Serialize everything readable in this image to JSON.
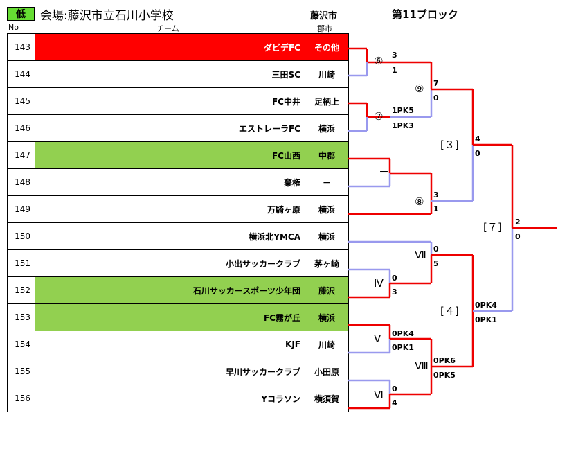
{
  "header": {
    "level_badge": "低",
    "venue_title": "会場:藤沢市立石川小学校",
    "host_city": "藤沢市",
    "block_title": "第11ブロック"
  },
  "columns": {
    "no": "No",
    "team": "チーム",
    "city": "郡市"
  },
  "rows": [
    {
      "no": "143",
      "team": "ダビデFC",
      "city": "その他",
      "hl": "red"
    },
    {
      "no": "144",
      "team": "三田SC",
      "city": "川崎",
      "hl": ""
    },
    {
      "no": "145",
      "team": "FC中井",
      "city": "足柄上",
      "hl": ""
    },
    {
      "no": "146",
      "team": "エストレーラFC",
      "city": "横浜",
      "hl": ""
    },
    {
      "no": "147",
      "team": "FC山西",
      "city": "中郡",
      "hl": "green"
    },
    {
      "no": "148",
      "team": "棄権",
      "city": "－",
      "hl": ""
    },
    {
      "no": "149",
      "team": "万騎ヶ原",
      "city": "横浜",
      "hl": ""
    },
    {
      "no": "150",
      "team": "横浜北YMCA",
      "city": "横浜",
      "hl": ""
    },
    {
      "no": "151",
      "team": "小出サッカークラブ",
      "city": "茅ヶ崎",
      "hl": ""
    },
    {
      "no": "152",
      "team": "石川サッカースポーツ少年団",
      "city": "藤沢",
      "hl": "green"
    },
    {
      "no": "153",
      "team": "FC霧が丘",
      "city": "横浜",
      "hl": "green"
    },
    {
      "no": "154",
      "team": "KJF",
      "city": "川崎",
      "hl": ""
    },
    {
      "no": "155",
      "team": "早川サッカークラブ",
      "city": "小田原",
      "hl": ""
    },
    {
      "no": "156",
      "team": "Yコラソン",
      "city": "横須賀",
      "hl": ""
    }
  ],
  "colors": {
    "win": "#ee0000",
    "lose": "#9999ee",
    "red_row": "#ff0000",
    "green_row": "#92d050"
  },
  "matches": {
    "m6": {
      "label": "⑥",
      "top": "3",
      "bot": "1"
    },
    "m7": {
      "label": "⑦",
      "top": "1PK5",
      "bot": "1PK3"
    },
    "m_bye": {
      "label": "－"
    },
    "m9": {
      "label": "⑨",
      "top": "7",
      "bot": "0"
    },
    "m8": {
      "label": "⑧",
      "top": "3",
      "bot": "1"
    },
    "b3": {
      "label": "[３]",
      "top": "4",
      "bot": "0"
    },
    "m4r": {
      "label": "Ⅳ",
      "top": "0",
      "bot": "3"
    },
    "m7r": {
      "label": "Ⅶ",
      "top": "0",
      "bot": "5"
    },
    "m5r": {
      "label": "Ⅴ",
      "top": "0PK4",
      "bot": "0PK1"
    },
    "m6r": {
      "label": "Ⅵ",
      "top": "0",
      "bot": "4"
    },
    "m8r": {
      "label": "Ⅷ",
      "top": "0PK6",
      "bot": "0PK5"
    },
    "b4": {
      "label": "[４]",
      "top": "0PK4",
      "bot": "0PK1"
    },
    "b7": {
      "label": "[７]",
      "top": "2",
      "bot": "0"
    }
  }
}
